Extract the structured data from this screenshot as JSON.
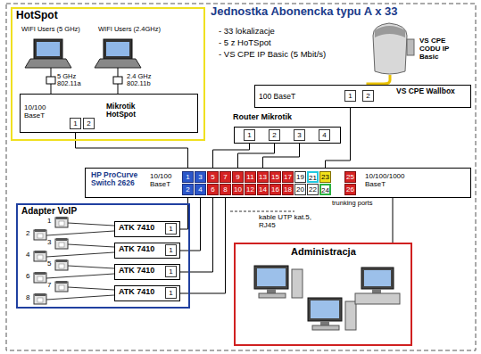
{
  "diagram": {
    "title": "Jednostka Abonencka typu A x 33",
    "nodes": [
      {
        "text": [
          "HotSpot"
        ]
      },
      {
        "text": [
          "10/100 BaseT",
          "Mikrotik HotSpot",
          "1",
          "2"
        ],
        "in": 0
      },
      {
        "text": [
          "100 BaseT",
          "1",
          "2",
          "VS CPE Wallbox"
        ]
      },
      {
        "text": [
          "Router Mikrotik",
          "1",
          "2",
          "3",
          "4"
        ]
      },
      {
        "text": [
          "HP ProCurve Switch 2626",
          "10/100 BaseT",
          "1",
          "2",
          "3",
          "4",
          "5",
          "6",
          "7",
          "8",
          "9",
          "10",
          "11",
          "12",
          "13",
          "14",
          "15",
          "16",
          "17",
          "18",
          "19",
          "20",
          "21",
          "22",
          "23",
          "24",
          "10/100/1000 BaseT",
          "25",
          "26"
        ]
      },
      {
        "text": [
          "Adapter VoIP"
        ]
      },
      {
        "text": [
          "ATK 7410",
          "1"
        ],
        "in": 5
      },
      {
        "text": [
          "ATK 7410",
          "1"
        ],
        "in": 5
      },
      {
        "text": [
          "ATK 7410",
          "1"
        ],
        "in": 5
      },
      {
        "text": [
          "ATK 7410",
          "1"
        ],
        "in": 5
      },
      {
        "text": [
          "Administracja"
        ]
      }
    ],
    "edges": [
      {
        "from": 1,
        "to": 4,
        "arrow": "none"
      },
      {
        "from": 3,
        "to": 4,
        "arrow": "none"
      },
      {
        "from": 3,
        "to": 4,
        "arrow": "none"
      },
      {
        "from": 3,
        "to": 4,
        "arrow": "none"
      },
      {
        "from": 2,
        "to": 4,
        "arrow": "none"
      },
      {
        "from": 6,
        "to": 4,
        "arrow": "none"
      },
      {
        "from": 7,
        "to": 4,
        "arrow": "none"
      },
      {
        "from": 8,
        "to": 4,
        "arrow": "none"
      },
      {
        "from": 9,
        "to": 4,
        "arrow": "none"
      },
      {
        "from": 10,
        "to": 4,
        "arrow": "none"
      }
    ],
    "labels": [
      "- 33 lokalizacje",
      "- 5 z HoTSpot",
      "- VS CPE IP Basic (5 Mbit/s)",
      "WIFI Users (5 GHz)",
      "WIFI Users (2.4GHz)",
      "5 GHz 802.11a",
      "2.4 GHz 802.11b",
      "VS CPE CODU IP Basic",
      "trunking ports",
      "kable UTP kat.5, RJ45",
      "1",
      "2",
      "3",
      "4",
      "5",
      "6",
      "7",
      "8"
    ]
  }
}
